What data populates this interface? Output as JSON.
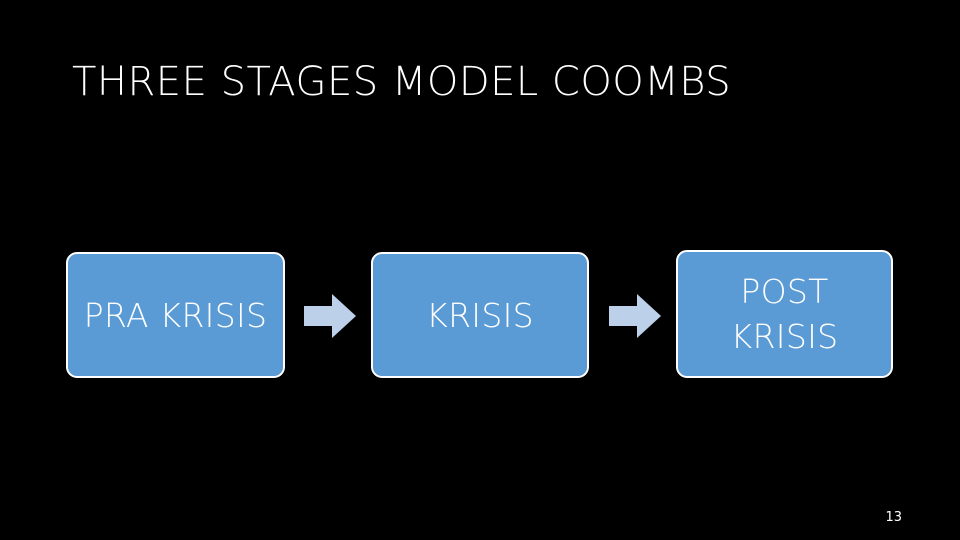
{
  "slide": {
    "title": "THREE STAGES MODEL COOMBS",
    "background_color": "#000000",
    "page_number": "13"
  },
  "diagram": {
    "type": "process-flow",
    "box_fill_color": "#5B9BD5",
    "box_border_color": "#FFFFFF",
    "box_text_color": "#FFFFFF",
    "arrow_color": "#BDD0EA",
    "stages": [
      {
        "label": "PRA KRISIS"
      },
      {
        "label": "KRISIS"
      },
      {
        "label": "POST\nKRISIS"
      }
    ],
    "connectors": [
      {
        "name": "arrow-right-icon"
      },
      {
        "name": "arrow-right-icon"
      }
    ]
  }
}
